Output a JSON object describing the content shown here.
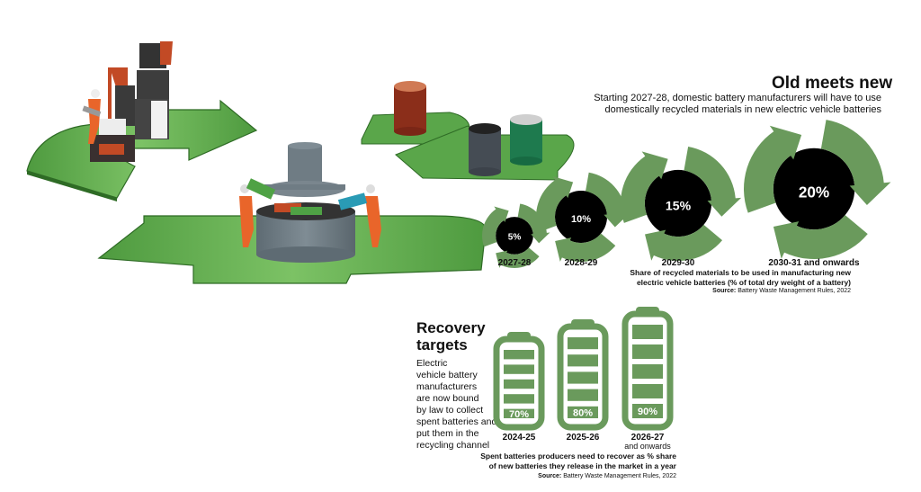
{
  "old_meets_new": {
    "title": "Old meets new",
    "subtitle_line1": "Starting 2027-28, domestic battery manufacturers will have to use",
    "subtitle_line2": "domestically recycled materials in new electric vehicle batteries",
    "note_line1": "Share of recycled materials to be used in manufacturing new",
    "note_line2": "electric vehicle batteries (% of total dry weight of a battery)",
    "source_label": "Source:",
    "source_text": "Battery Waste Management Rules, 2022"
  },
  "recovery": {
    "title_line1": "Recovery",
    "title_line2": "targets",
    "body_lines": [
      "Electric",
      "vehicle battery",
      "manufacturers",
      "are now bound",
      "by law to collect",
      "spent batteries and",
      "put them in the",
      "recycling channel"
    ],
    "note_line1": "Spent batteries producers need to recover as % share",
    "note_line2": "of new batteries they release in the market in a year",
    "source_label": "Source:",
    "source_text": "Battery Waste Management Rules, 2022"
  },
  "chart_data": [
    {
      "type": "bar",
      "title": "Old meets new",
      "subtitle": "Share of recycled materials to be used in manufacturing new electric vehicle batteries (% of total dry weight of a battery)",
      "categories": [
        "2027-28",
        "2028-29",
        "2029-30",
        "2030-31 and onwards"
      ],
      "values": [
        5,
        10,
        15,
        20
      ],
      "labels": [
        "5%",
        "10%",
        "15%",
        "20%"
      ],
      "unit": "%",
      "marker": "recycle-symbol"
    },
    {
      "type": "bar",
      "title": "Recovery targets",
      "subtitle": "Spent batteries producers need to recover as % share of new batteries they release in the market in a year",
      "categories": [
        "2024-25",
        "2025-26",
        "2026-27 and onwards"
      ],
      "category_lines": [
        [
          "2024-25"
        ],
        [
          "2025-26"
        ],
        [
          "2026-27",
          "and onwards"
        ]
      ],
      "values": [
        70,
        80,
        90
      ],
      "labels": [
        "70%",
        "80%",
        "90%"
      ],
      "unit": "%",
      "marker": "battery"
    }
  ],
  "colors": {
    "green": "#6a9a5c",
    "arrow_green": "#5aa64a",
    "dark_green": "#2f7d2a",
    "black": "#000000",
    "orange": "#e9652a",
    "slate": "#6b7880"
  }
}
